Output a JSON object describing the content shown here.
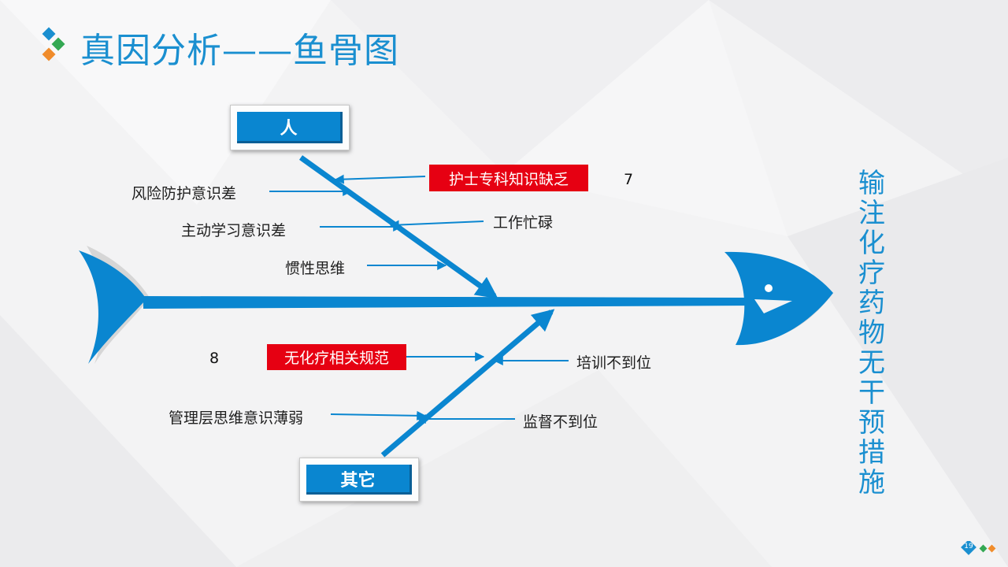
{
  "title": "真因分析——鱼骨图",
  "effect": "输注化疗药物无干预措施",
  "categories": {
    "top": "人",
    "bottom": "其它"
  },
  "causes": {
    "risk_awareness": "风险防护意识差",
    "active_learning": "主动学习意识差",
    "inertia": "惯性思维",
    "nurse_knowledge": "护士专科知识缺乏",
    "busy_work": "工作忙碌",
    "no_norms": "无化疗相关规范",
    "training": "培训不到位",
    "management": "管理层思维意识薄弱",
    "supervision": "监督不到位"
  },
  "counts": {
    "top": "7",
    "bottom": "8"
  },
  "page_number": "19",
  "colors": {
    "accent": "#1a8fd0",
    "bone": "#0a86d0",
    "highlight": "#e60012"
  }
}
